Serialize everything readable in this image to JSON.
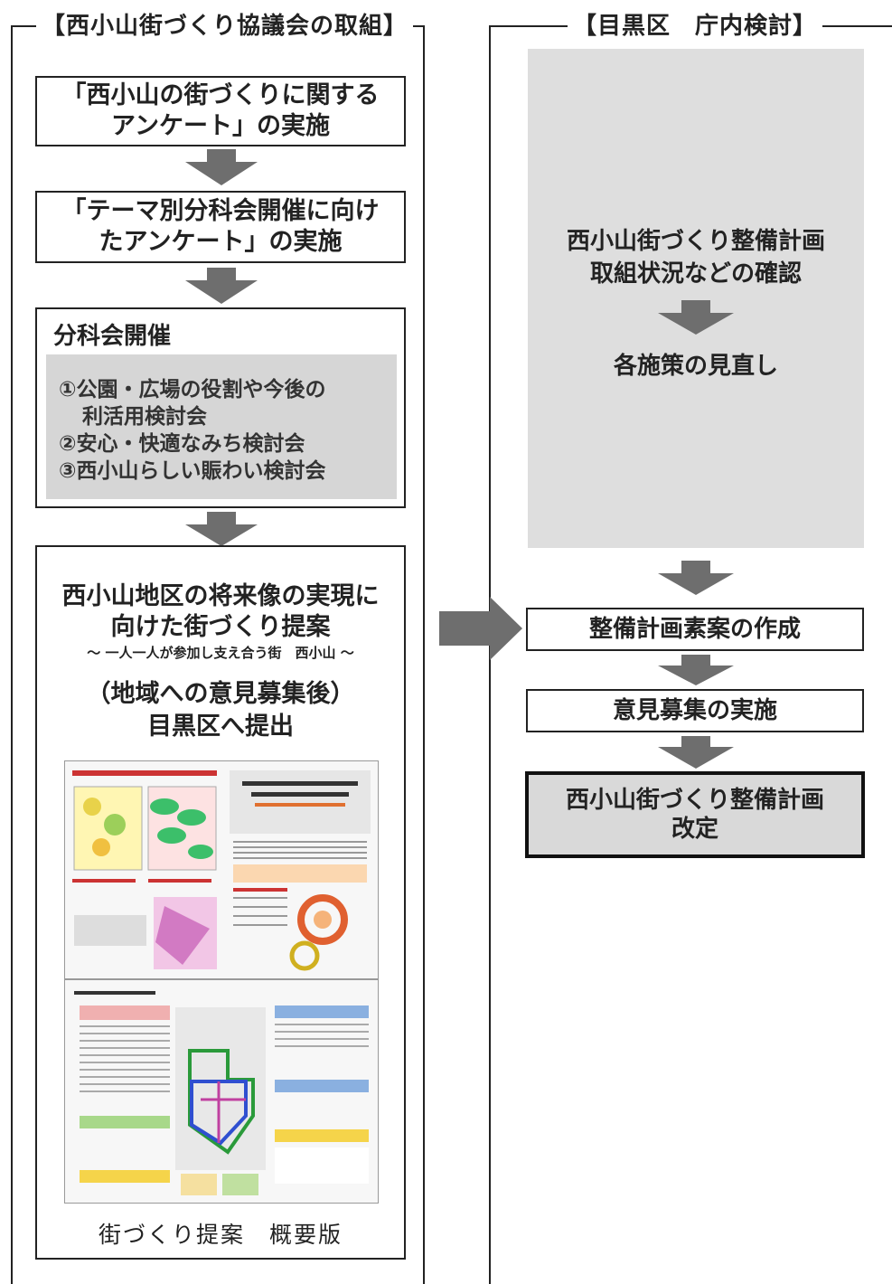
{
  "left_section": {
    "title": "【西小山街づくり協議会の取組】",
    "step1": {
      "line1": "「西小山の街づくりに関する",
      "line2": "アンケート」の実施"
    },
    "step2": {
      "line1": "「テーマ別分科会開催に向け",
      "line2": "たアンケート」の実施"
    },
    "bunkakai": {
      "title": "分科会開催",
      "items": [
        "①公園・広場の役割や今後の",
        "利活用検討会",
        "②安心・快適なみち検討会",
        "③西小山らしい賑わい検討会"
      ]
    },
    "proposal": {
      "title_line1": "西小山地区の将来像の実現に",
      "title_line2": "向けた街づくり提案",
      "subtitle": "～ 一人一人が参加し支え合う街　西小山 ～",
      "note_line1": "（地域への意見募集後）",
      "note_line2": "目黒区へ提出",
      "caption": "街づくり提案　概要版"
    }
  },
  "right_section": {
    "title": "【目黒区　庁内検討】",
    "confirm": {
      "line1": "西小山街づくり整備計画",
      "line2": "取組状況などの確認"
    },
    "review": "各施策の見直し",
    "draft": "整備計画素案の作成",
    "comment": "意見募集の実施",
    "final": {
      "line1": "西小山街づくり整備計画",
      "line2": "改定"
    }
  },
  "colors": {
    "arrow": "#6e6e6e",
    "panel_gray": "#dedede",
    "box_gray": "#d9d9d9"
  }
}
